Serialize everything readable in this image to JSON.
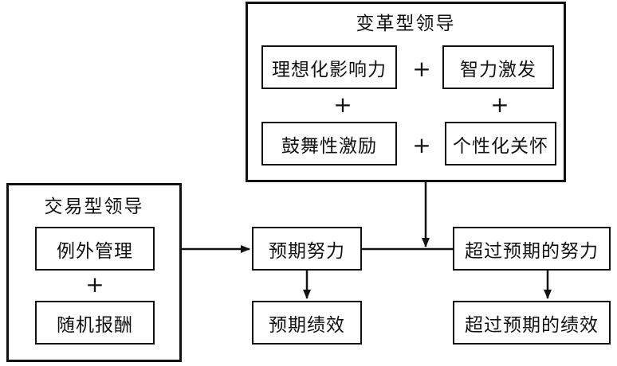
{
  "transformational": {
    "title": "变革型领导",
    "items": [
      "理想化影响力",
      "智力激发",
      "鼓舞性激励",
      "个性化关怀"
    ],
    "plus": "+"
  },
  "transactional": {
    "title": "交易型领导",
    "items": [
      "例外管理",
      "随机报酬"
    ],
    "plus": "+"
  },
  "flow": {
    "expected_effort": "预期努力",
    "expected_performance": "预期绩效",
    "beyond_effort": "超过预期的努力",
    "beyond_performance": "超过预期的绩效"
  }
}
